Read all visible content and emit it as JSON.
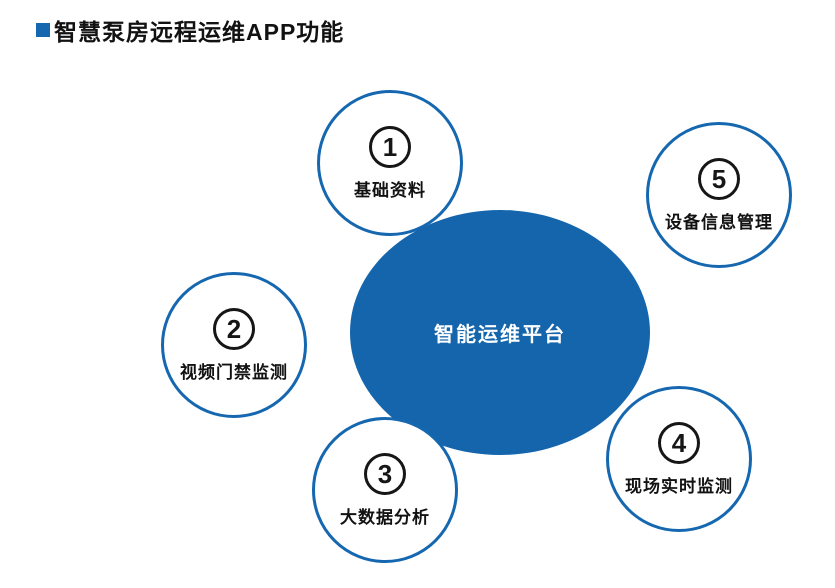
{
  "title": "智慧泵房远程运维APP功能",
  "center": {
    "label": "智能运维平台"
  },
  "nodes": [
    {
      "number": "1",
      "label": "基础资料"
    },
    {
      "number": "2",
      "label": "视频门禁监测"
    },
    {
      "number": "3",
      "label": "大数据分析"
    },
    {
      "number": "4",
      "label": "现场实时监测"
    },
    {
      "number": "5",
      "label": "设备信息管理"
    }
  ],
  "colors": {
    "accent_blue": "#1567b0",
    "ellipse_blue": "#1565ac",
    "text_dark": "#121212",
    "background": "#ffffff"
  }
}
